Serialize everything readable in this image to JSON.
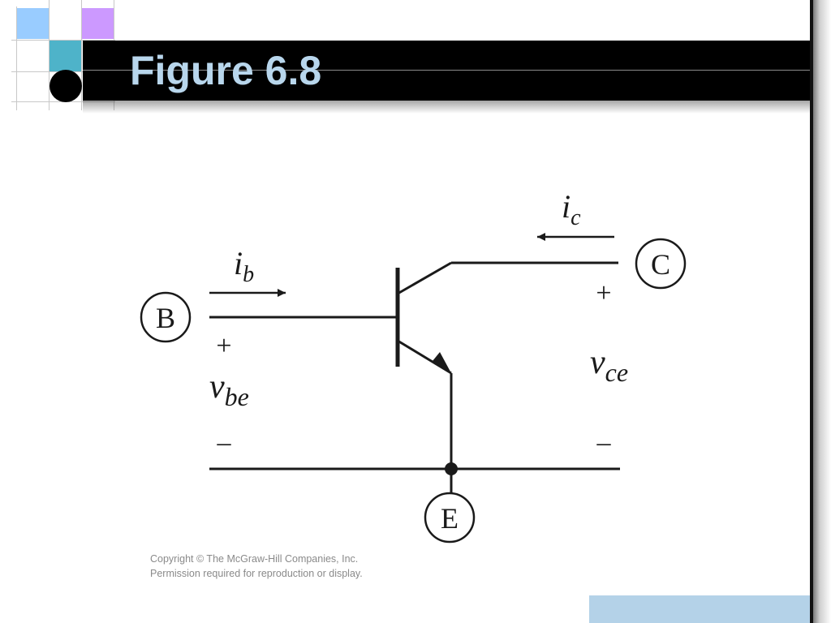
{
  "slide": {
    "title": "Figure 6.8",
    "copyright_line1": "Copyright © The McGraw-Hill Companies, Inc.",
    "copyright_line2": "Permission required for reproduction or display."
  },
  "decor_colors": {
    "sq_light_blue": "#99ccff",
    "sq_purple": "#cc99ff",
    "sq_teal": "#4eb3c9",
    "title_text": "#b8d6ec",
    "corner_box": "#b4d2e8"
  },
  "diagram": {
    "terminals": {
      "base": "B",
      "collector": "C",
      "emitter": "E"
    },
    "currents": {
      "base_main": "i",
      "base_sub": "b",
      "collector_main": "i",
      "collector_sub": "c"
    },
    "voltages": {
      "vbe_main": "v",
      "vbe_sub": "be",
      "vbe_plus": "+",
      "vbe_minus": "–",
      "vce_main": "v",
      "vce_sub": "ce",
      "vce_plus": "+",
      "vce_minus": "–"
    }
  }
}
